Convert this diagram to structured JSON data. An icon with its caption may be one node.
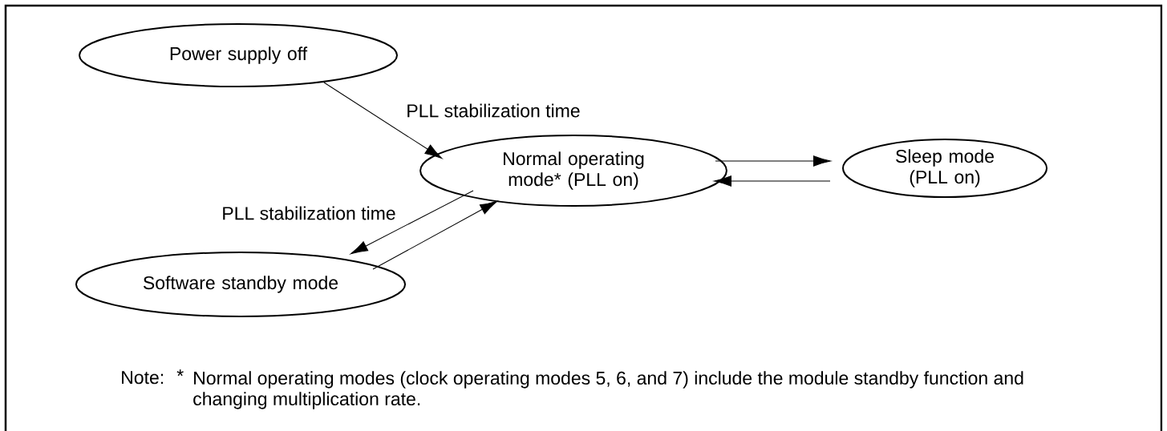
{
  "diagram": {
    "nodes": [
      {
        "text": [
          "Power supply off"
        ]
      },
      {
        "text": [
          "Normal operating mode* (PLL on)"
        ]
      },
      {
        "text": [
          "Sleep mode (PLL on)"
        ]
      },
      {
        "text": [
          "Software standby mode"
        ]
      }
    ],
    "edges": [
      {
        "from": 0,
        "to": 1,
        "arrow": "to",
        "label": "PLL stabilization time"
      },
      {
        "from": 1,
        "to": 2,
        "arrow": "to"
      },
      {
        "from": 2,
        "to": 1,
        "arrow": "to"
      },
      {
        "from": 1,
        "to": 3,
        "arrow": "to",
        "label": "PLL stabilization time"
      },
      {
        "from": 3,
        "to": 1,
        "arrow": "to"
      }
    ],
    "labels": [
      "Note:",
      "*",
      "Normal operating modes (clock operating modes 5, 6, and 7) include the module standby function and changing multiplication rate."
    ]
  }
}
